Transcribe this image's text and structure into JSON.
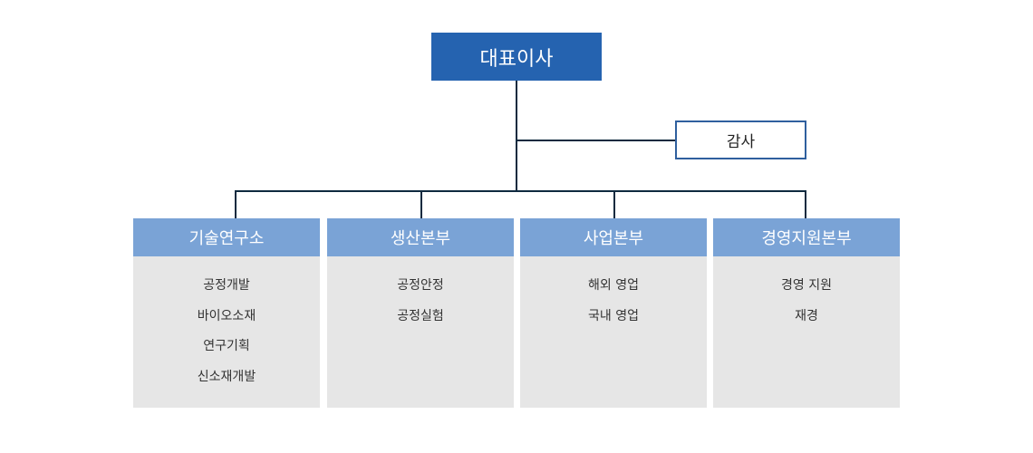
{
  "ceo": "대표이사",
  "audit": "감사",
  "departments": [
    {
      "name": "기술연구소",
      "items": [
        "공정개발",
        "바이오소재",
        "연구기획",
        "신소재개발"
      ]
    },
    {
      "name": "생산본부",
      "items": [
        "공정안정",
        "공정실험"
      ]
    },
    {
      "name": "사업본부",
      "items": [
        "해외 영업",
        "국내 영업"
      ]
    },
    {
      "name": "경영지원본부",
      "items": [
        "경영 지원",
        "재경"
      ]
    }
  ]
}
